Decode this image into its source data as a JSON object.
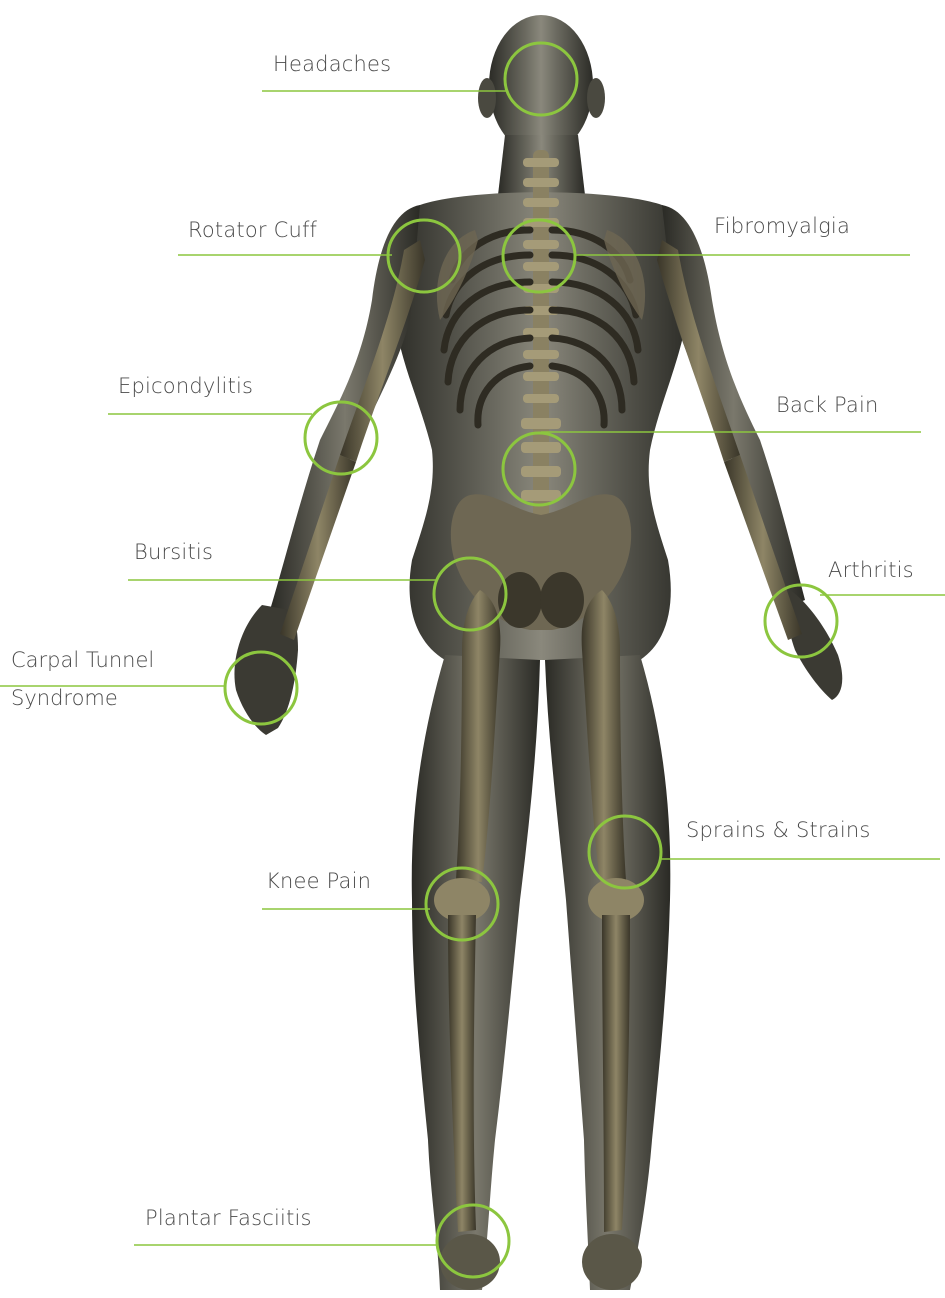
{
  "accent": "#8cc63f",
  "labels": {
    "headaches": "Headaches",
    "rotator_cuff": "Rotator Cuff",
    "fibromyalgia": "Fibromyalgia",
    "epicondylitis": "Epicondylitis",
    "back_pain": "Back Pain",
    "bursitis": "Bursitis",
    "arthritis": "Arthritis",
    "carpal_tunnel_1": "Carpal Tunnel",
    "carpal_tunnel_2": "Syndrome",
    "knee_pain": "Knee Pain",
    "sprains_strains": "Sprains & Strains",
    "plantar_fasciitis": "Plantar Fasciitis"
  }
}
